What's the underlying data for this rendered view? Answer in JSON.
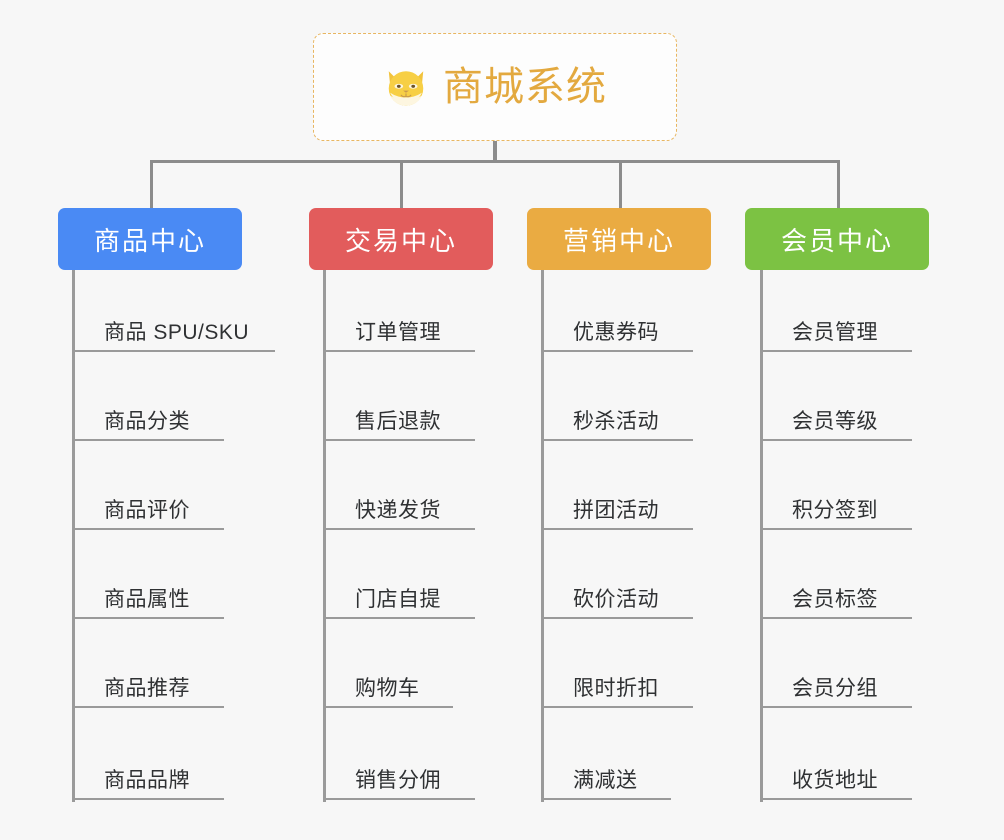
{
  "background_color": "#f7f7f7",
  "root": {
    "title": "商城系统",
    "icon": "shiba-dog-icon",
    "border_color": "#e8b661",
    "text_color": "#e3a93f",
    "background": "#fdfdfd"
  },
  "connector_color": "#8c8c8c",
  "leaf_line_color": "#9a9a9a",
  "leaf_text_color": "#2f3133",
  "columns": [
    {
      "title": "商品中心",
      "color": "#4a8af4",
      "items": [
        "商品 SPU/SKU",
        "商品分类",
        "商品评价",
        "商品属性",
        "商品推荐",
        "商品品牌"
      ]
    },
    {
      "title": "交易中心",
      "color": "#e25c5c",
      "items": [
        "订单管理",
        "售后退款",
        "快递发货",
        "门店自提",
        "购物车",
        "销售分佣"
      ]
    },
    {
      "title": "营销中心",
      "color": "#eaab42",
      "items": [
        "优惠券码",
        "秒杀活动",
        "拼团活动",
        "砍价活动",
        "限时折扣",
        "满减送"
      ]
    },
    {
      "title": "会员中心",
      "color": "#7cc243",
      "items": [
        "会员管理",
        "会员等级",
        "积分签到",
        "会员标签",
        "会员分组",
        "收货地址"
      ]
    }
  ]
}
